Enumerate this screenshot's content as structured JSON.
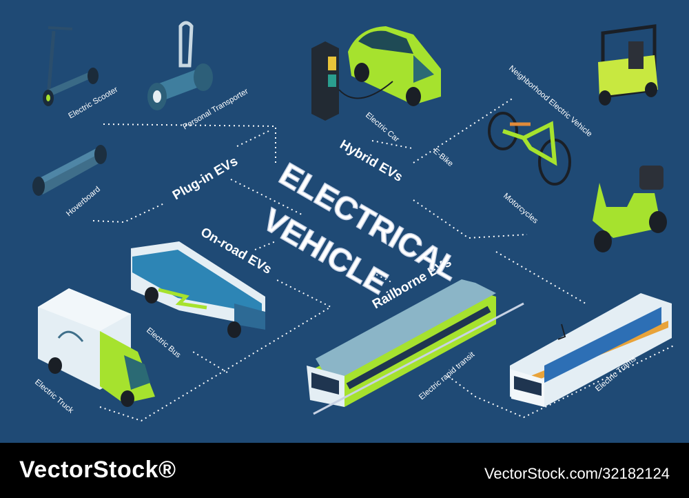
{
  "title_lines": [
    "ELECTRICAL",
    "VEHICLE"
  ],
  "categories": {
    "plug_in": "Plug-in EVs",
    "hybrid": "Hybrid EVs",
    "on_road": "On-road EVs",
    "railborne": "Railborne EVs"
  },
  "vehicles": {
    "electric_scooter": "Electric Scooter",
    "personal_transporter": "Personal  Transporter",
    "hoverboard": "Hoverboard",
    "electric_car": "Electric Car",
    "neighborhood_ev": "Neighborhood Electric Vehicle",
    "e_bike": "E-Bike",
    "motorcycles": "Motorcycles",
    "electric_bus": "Electric Bus",
    "electric_truck": "Electric Truck",
    "electric_rapid_transit": "Electric rapid transit",
    "electric_trams": "Electric Trams"
  },
  "watermark": {
    "left": "VectorStock®",
    "right": "VectorStock.com/32182124"
  },
  "colors": {
    "background": "#1f4a75",
    "accent_green": "#a6e22e",
    "dark_green": "#6fb517",
    "vehicle_white": "#e4eef4",
    "vehicle_teal": "#3f6f8a",
    "dotted_line": "#ffffff",
    "footer": "#000000"
  }
}
